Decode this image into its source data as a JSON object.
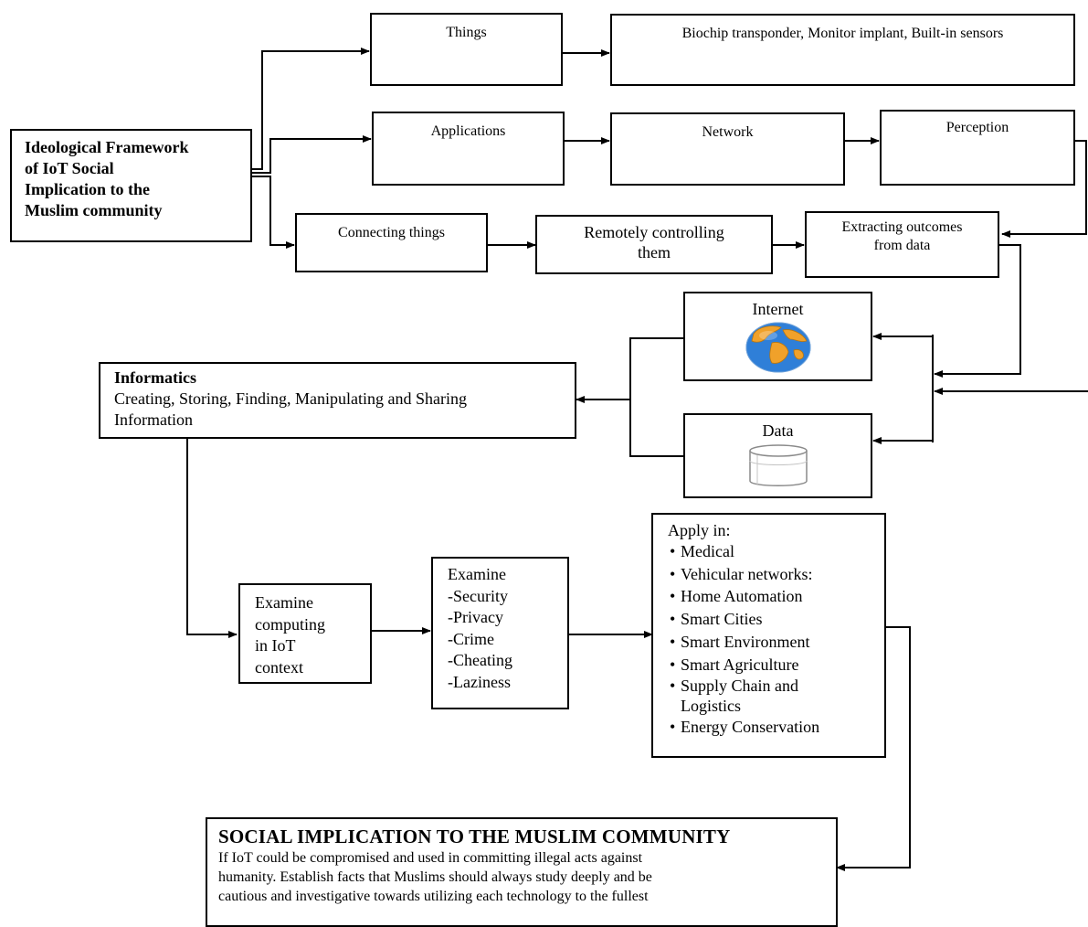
{
  "framework": {
    "title_lines": [
      "Ideological Framework",
      "of IoT Social",
      "Implication to the",
      "Muslim community"
    ]
  },
  "row1": {
    "things": "Things",
    "devices": "Biochip transponder, Monitor implant, Built-in sensors"
  },
  "row2": {
    "applications": "Applications",
    "network": "Network",
    "perception": "Perception"
  },
  "row3": {
    "connecting": "Connecting things",
    "remote_lines": [
      "Remotely controlling",
      "them"
    ],
    "extract_lines": [
      "Extracting outcomes",
      "from data"
    ]
  },
  "internet": {
    "label": "Internet",
    "icon": "globe-icon"
  },
  "data_box": {
    "label": "Data",
    "icon": "database-icon"
  },
  "informatics": {
    "title": "Informatics",
    "lines": [
      "Creating, Storing, Finding, Manipulating and Sharing",
      "Information"
    ]
  },
  "examine_computing": {
    "lines": [
      "Examine",
      "computing",
      "in IoT",
      "context"
    ]
  },
  "examine_issues": {
    "title": "Examine",
    "items": [
      "-Security",
      "-Privacy",
      "-Crime",
      "-Cheating",
      "-Laziness"
    ]
  },
  "apply": {
    "title": "Apply in:",
    "items": [
      "Medical",
      "Vehicular networks:",
      "Home Automation",
      "Smart Cities",
      "Smart Environment",
      "Smart Agriculture",
      "Supply Chain and",
      "Energy Conservation"
    ],
    "item_continuation": "Logistics"
  },
  "social": {
    "title": "SOCIAL IMPLICATION TO THE MUSLIM COMMUNITY",
    "lines": [
      "If IoT could be compromised and used in committing illegal acts against",
      "humanity. Establish facts that Muslims should always study deeply and be",
      "cautious and investigative towards utilizing each technology to the fullest"
    ]
  },
  "colors": {
    "line": "#000000",
    "globe_ocean": "#2f7fd8",
    "globe_land": "#f0a12a",
    "db_stroke": "#8a8a8a"
  }
}
